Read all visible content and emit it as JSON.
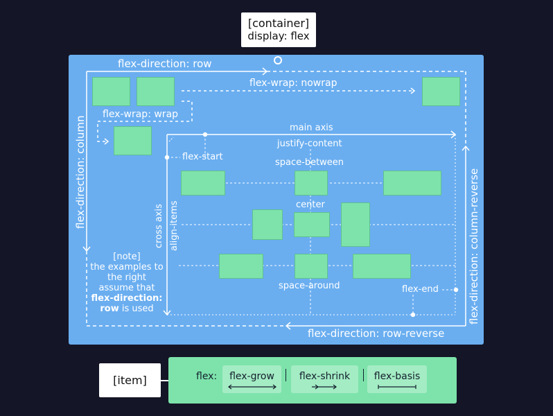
{
  "container_tag": {
    "line1": "[container]",
    "line2": "display: flex"
  },
  "item_tag": {
    "label": "[item]"
  },
  "labels": {
    "flex_direction_row": "flex-direction: row",
    "flex_direction_row_reverse": "flex-direction: row-reverse",
    "flex_direction_column": "flex-direction: column",
    "flex_direction_column_reverse": "flex-direction: column-reverse",
    "flex_wrap_nowrap": "flex-wrap: nowrap",
    "flex_wrap_wrap": "flex-wrap: wrap",
    "main_axis": "main axis",
    "justify_content": "justify-content",
    "flex_start": "flex-start",
    "flex_end": "flex-end",
    "space_between": "space-between",
    "center": "center",
    "space_around": "space-around",
    "cross_axis": "cross axis",
    "align_items": "align-items"
  },
  "note": {
    "title": "[note]",
    "line1": "the examples to",
    "line2": "the right",
    "line3": "assume that",
    "bold1": "flex-direction:",
    "bold2": "row",
    "tail": " is used"
  },
  "flex_item": {
    "prefix": "flex:",
    "grow": "flex-grow",
    "shrink": "flex-shrink",
    "basis": "flex-basis"
  },
  "colors": {
    "background": "#141526",
    "container": "#6aaef0",
    "item": "#7de3ab",
    "line": "#ffffff"
  }
}
